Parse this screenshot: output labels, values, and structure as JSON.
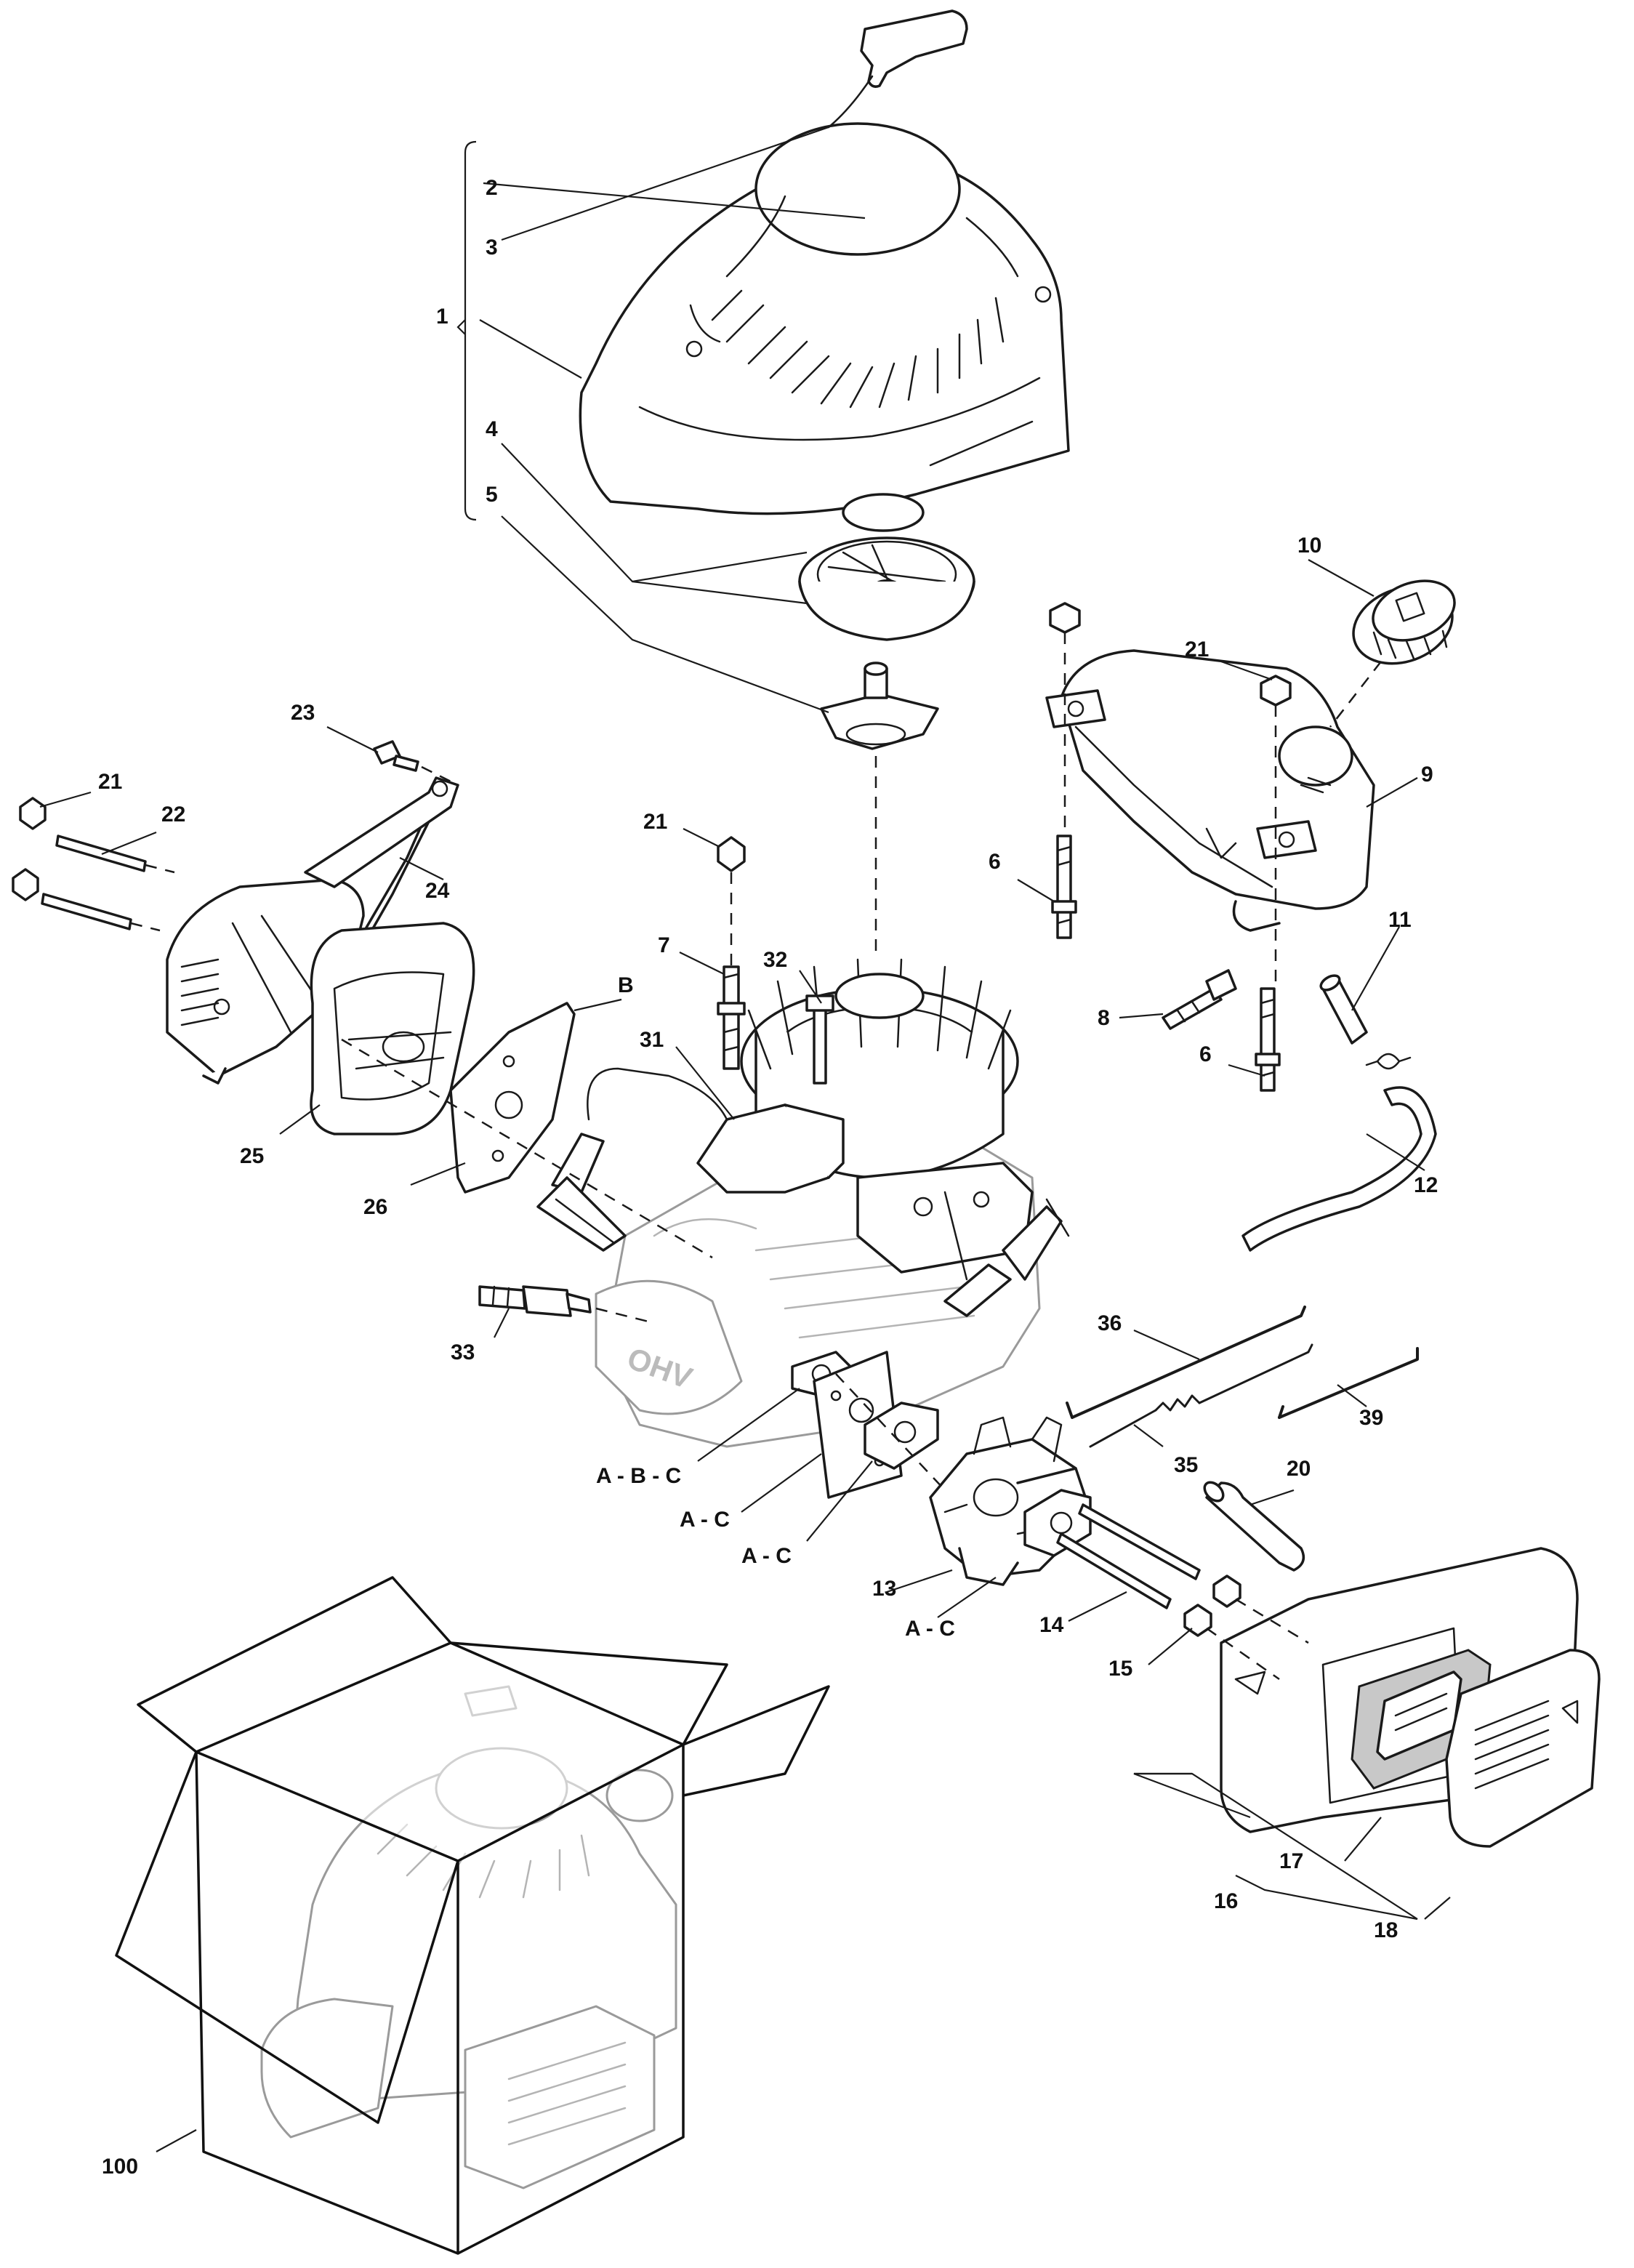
{
  "callouts": {
    "c1": "1",
    "c2": "2",
    "c3": "3",
    "c4": "4",
    "c5": "5",
    "c6a": "6",
    "c6b": "6",
    "c7": "7",
    "c8": "8",
    "c9": "9",
    "c10": "10",
    "c11": "11",
    "c12": "12",
    "c13": "13",
    "c14": "14",
    "c15": "15",
    "c16": "16",
    "c17": "17",
    "c18": "18",
    "c20": "20",
    "c21a": "21",
    "c21b": "21",
    "c21c": "21",
    "c22": "22",
    "c23": "23",
    "c24": "24",
    "c25": "25",
    "c26": "26",
    "c31": "31",
    "c32": "32",
    "c33": "33",
    "c35": "35",
    "c36": "36",
    "c39": "39",
    "c100": "100",
    "cB": "B",
    "cABC": "A - B - C",
    "cAC1": "A - C",
    "cAC2": "A - C",
    "cAC3": "A - C"
  },
  "engine_marking": "OHV",
  "colors": {
    "line": "#1a1a1a",
    "ghost": "#9a9a9a",
    "background": "#ffffff"
  }
}
